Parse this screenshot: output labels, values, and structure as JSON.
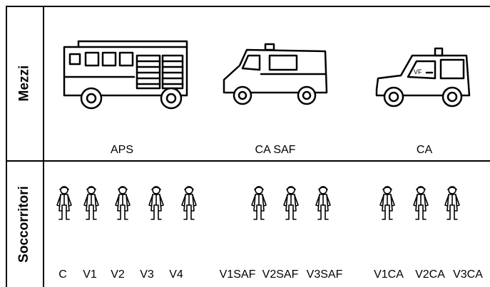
{
  "rows": {
    "vehicles_label": "Mezzi",
    "rescuers_label": "Soccorritori"
  },
  "vehicles": [
    {
      "icon": "fire-truck-icon",
      "label": "APS"
    },
    {
      "icon": "van-icon",
      "label": "CA SAF"
    },
    {
      "icon": "jeep-icon",
      "label": "CA"
    }
  ],
  "rescuers": [
    {
      "icon": "firefighter-icon",
      "label": "C"
    },
    {
      "icon": "firefighter-icon",
      "label": "V1"
    },
    {
      "icon": "firefighter-icon",
      "label": "V2"
    },
    {
      "icon": "firefighter-icon",
      "label": "V3"
    },
    {
      "icon": "firefighter-icon",
      "label": "V4"
    },
    {
      "icon": "firefighter-icon",
      "label": "V1SAF"
    },
    {
      "icon": "firefighter-icon",
      "label": "V2SAF"
    },
    {
      "icon": "firefighter-icon",
      "label": "V3SAF"
    },
    {
      "icon": "firefighter-icon",
      "label": "V1CA"
    },
    {
      "icon": "firefighter-icon",
      "label": "V2CA"
    },
    {
      "icon": "firefighter-icon",
      "label": "V3CA"
    }
  ],
  "jeep_door_text": "VF"
}
